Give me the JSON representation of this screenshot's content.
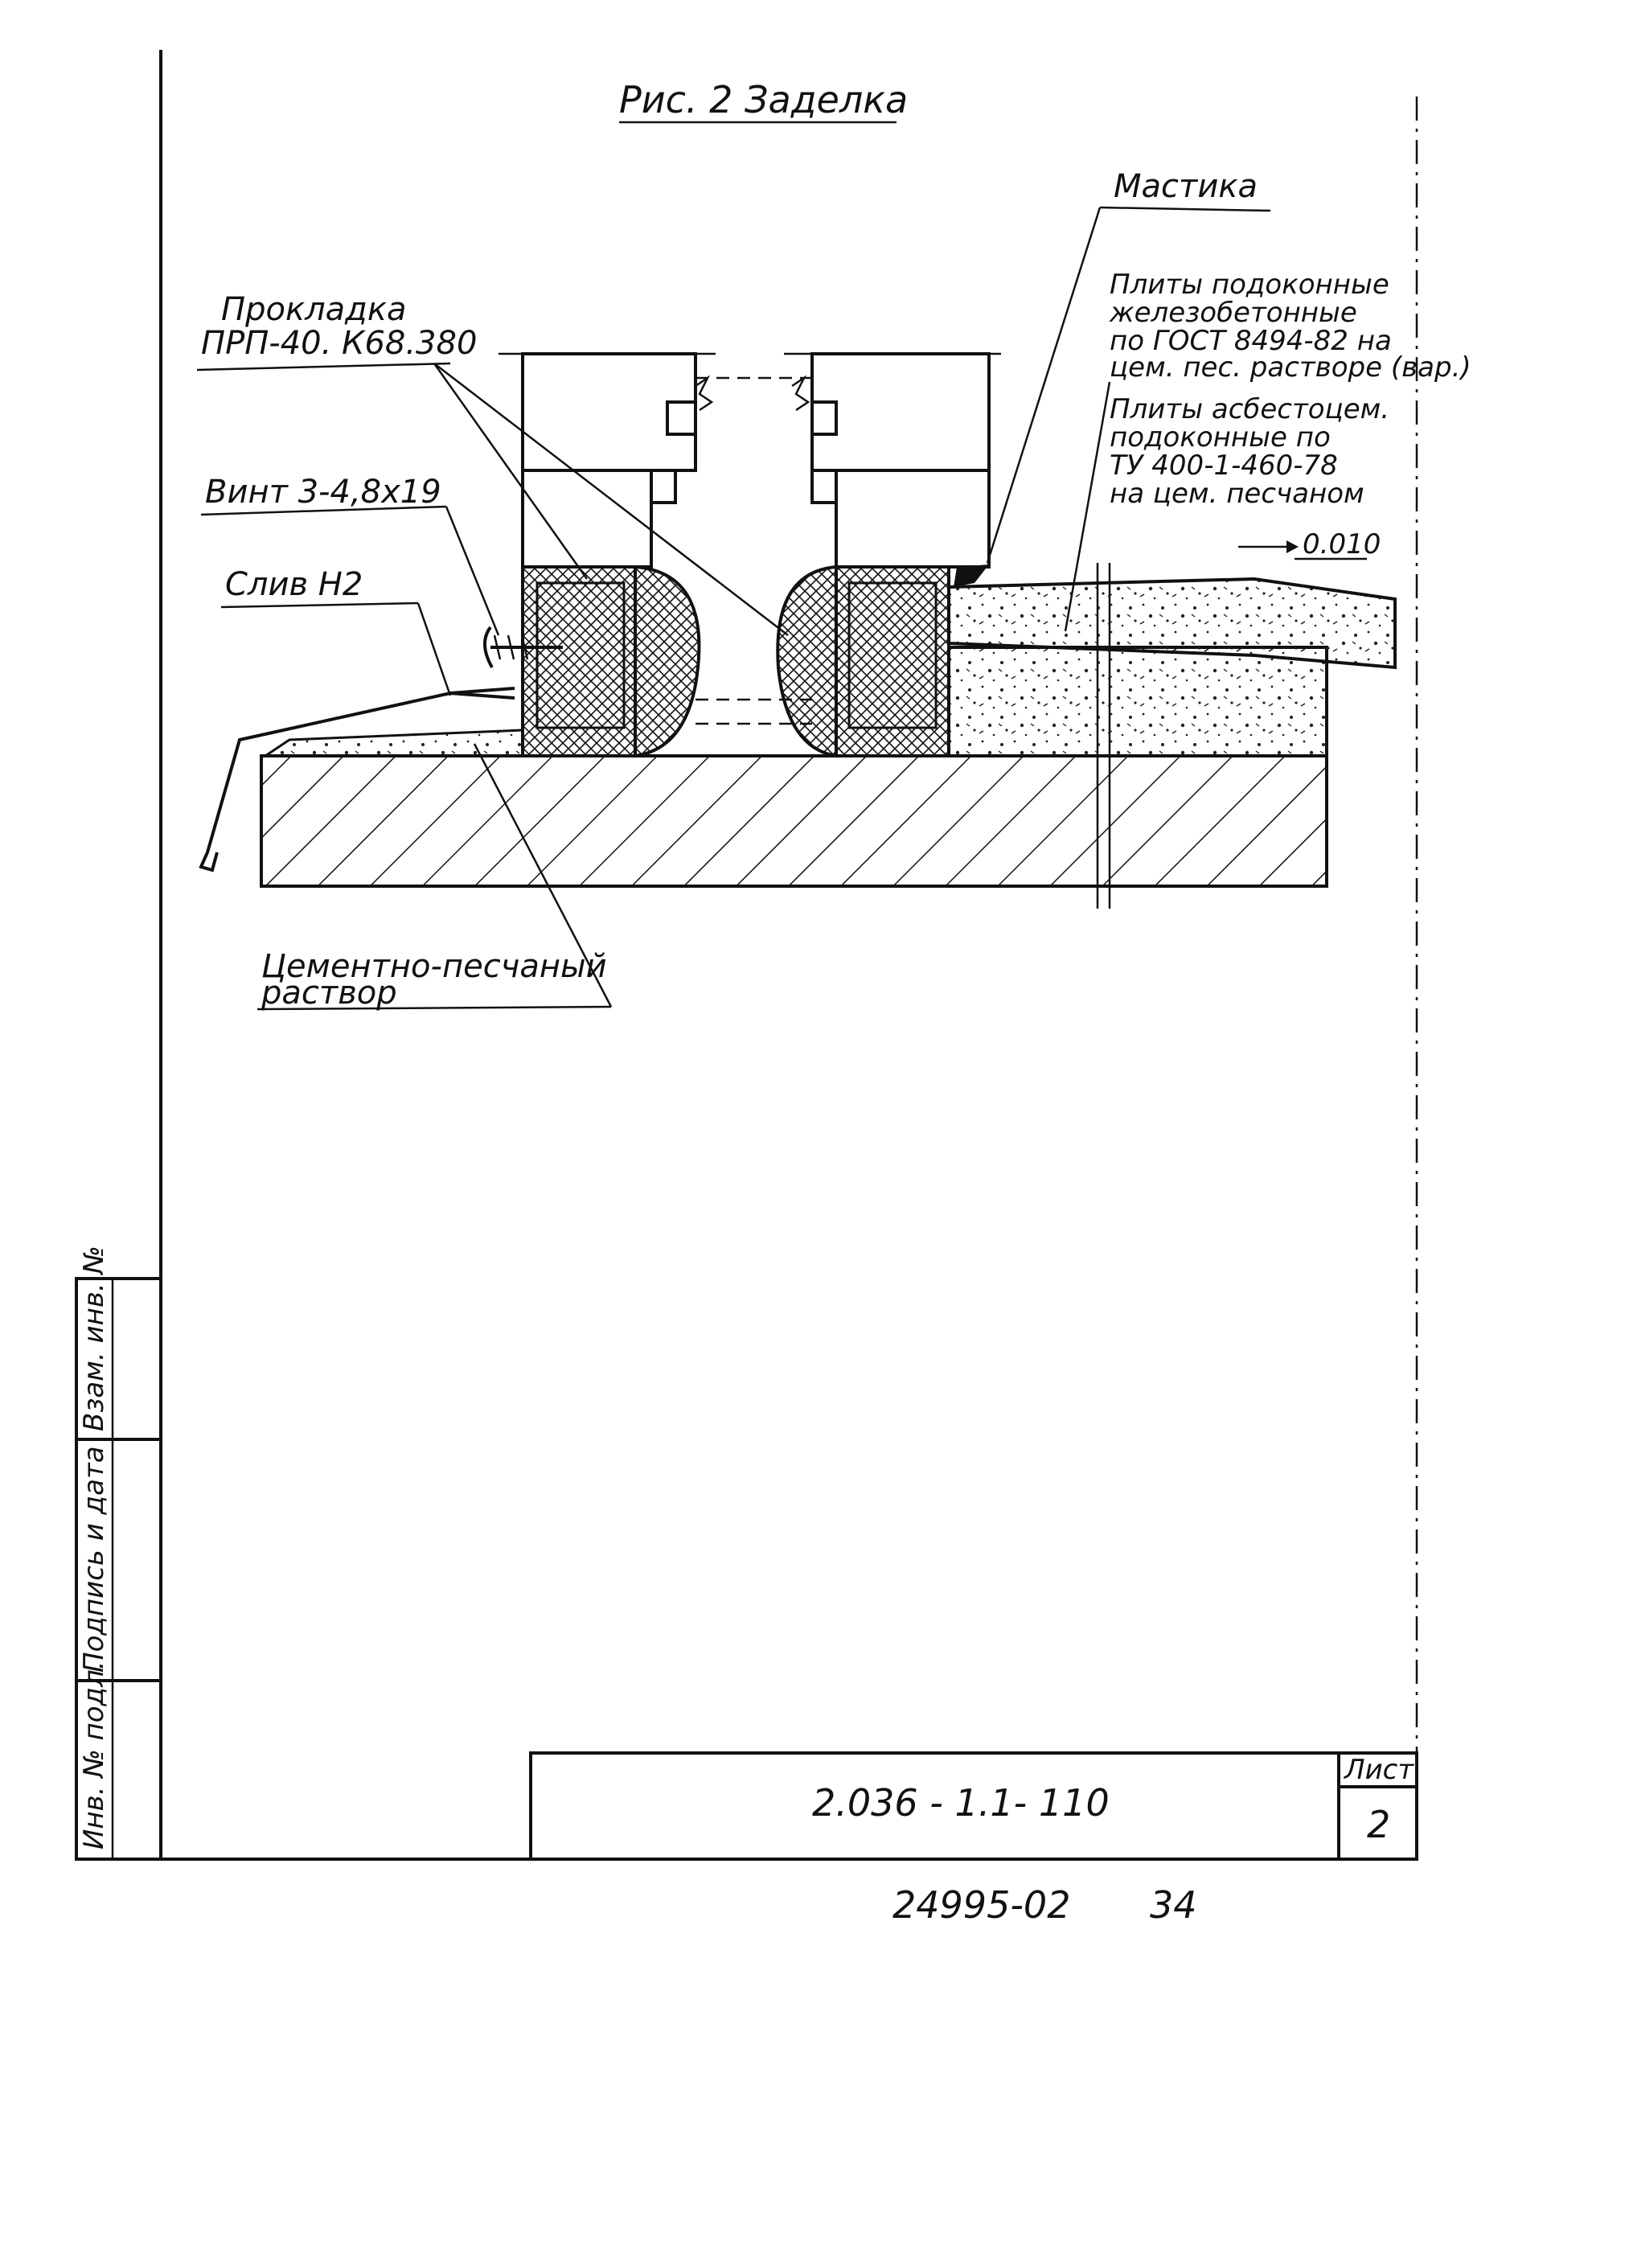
{
  "figure": {
    "title": "Рис. 2  Заделка"
  },
  "labels": {
    "mastika": "Мастика",
    "plity_line1": "Плиты подоконные",
    "plity_line2": "железобетонные",
    "plity_line3": "по ГОСТ 8494-82 на",
    "plity_line4": "цем. пес. растворе (вар.)",
    "plity2_line1": "Плиты асбестоцем.",
    "plity2_line2": "подоконные по",
    "plity2_line3": "ТУ 400-1-460-78",
    "plity2_line4": "на цем. песчаном",
    "prokladka_line1": "Прокладка",
    "prokladka_line2": "ПРП-40. К68.380",
    "vint": "Винт 3-4,8х19",
    "sliv": "Слив Н2",
    "rastvor_line1": "Цементно-песчаный",
    "rastvor_line2": "раствор",
    "slope": "0.010"
  },
  "title_block": {
    "doc_code": "2.036 - 1.1- 110",
    "sheet_label": "Лист",
    "sheet_number": "2",
    "inv_orig": "Инв. № подл.",
    "sign_date": "Подпись и дата",
    "inv_replace": "Взам. инв. №"
  },
  "footer": {
    "archive_code": "24995-02",
    "page": "34"
  }
}
